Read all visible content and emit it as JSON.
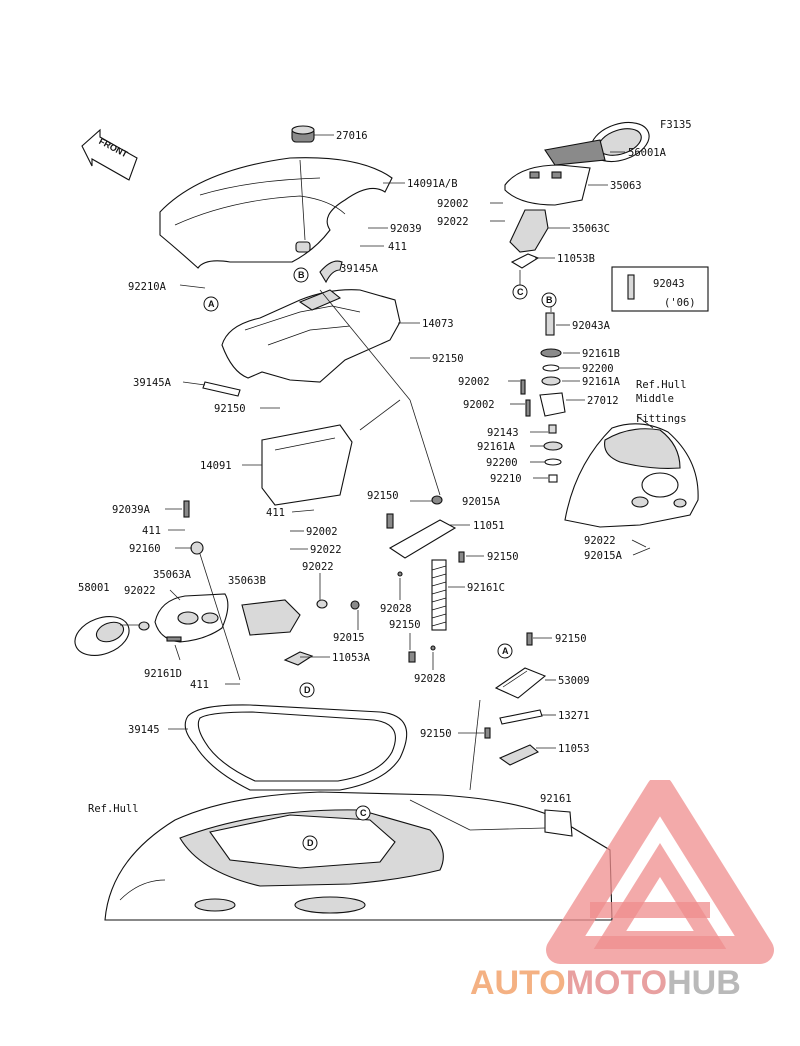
{
  "figure_code": "F3135",
  "front_label": "FRONT",
  "ref_hull_label": "Ref.Hull",
  "ref_hull_middle": [
    "Ref.Hull",
    "Middle",
    "Fittings"
  ],
  "option_box": {
    "part": "92043",
    "note": "('06)"
  },
  "callouts": [
    "A",
    "B",
    "C",
    "D"
  ],
  "parts": {
    "p27016": "27016",
    "p14091AB": "14091A/B",
    "p92039": "92039",
    "p411a": "411",
    "p39145A_a": "39145A",
    "p92210A": "92210A",
    "p14073": "14073",
    "p92150a": "92150",
    "p39145A_b": "39145A",
    "p92150b": "92150",
    "p14091": "14091",
    "p411b": "411",
    "p92039A": "92039A",
    "p411c": "411",
    "p92160": "92160",
    "p92002a": "92002",
    "p92022a": "92022",
    "p58001": "58001",
    "p92022b": "92022",
    "p35063A": "35063A",
    "p35063B": "35063B",
    "p92022c": "92022",
    "p92015": "92015",
    "p11053A": "11053A",
    "p92161D": "92161D",
    "p411d": "411",
    "p92150c": "92150",
    "p92015A_a": "92015A",
    "p11051": "11051",
    "p92150d": "92150",
    "p92161C": "92161C",
    "p92028a": "92028",
    "p92150e": "92150",
    "p92028b": "92028",
    "p92150f": "92150",
    "p53009": "53009",
    "p13271": "13271",
    "p92150g": "92150",
    "p11053": "11053",
    "p39145": "39145",
    "p92161": "92161",
    "p56001A": "56001A",
    "p35063": "35063",
    "p92002b": "92002",
    "p92022d": "92022",
    "p35063C": "35063C",
    "p11053B": "11053B",
    "p92043A": "92043A",
    "p92161B": "92161B",
    "p92200a": "92200",
    "p92002c": "92002",
    "p92161A_a": "92161A",
    "p92002d": "92002",
    "p27012": "27012",
    "p92143": "92143",
    "p92161A_b": "92161A",
    "p92200b": "92200",
    "p92210": "92210",
    "p92022e": "92022",
    "p92015A_b": "92015A"
  },
  "watermark": {
    "w1": "AUTO",
    "w2": "MOTO",
    "w3": "HUB"
  },
  "colors": {
    "wm_orange": "#f4b183",
    "wm_pink": "#e8a0a0",
    "wm_gray": "#b9b9b9",
    "wm_triangle": "#ef8d8d"
  }
}
